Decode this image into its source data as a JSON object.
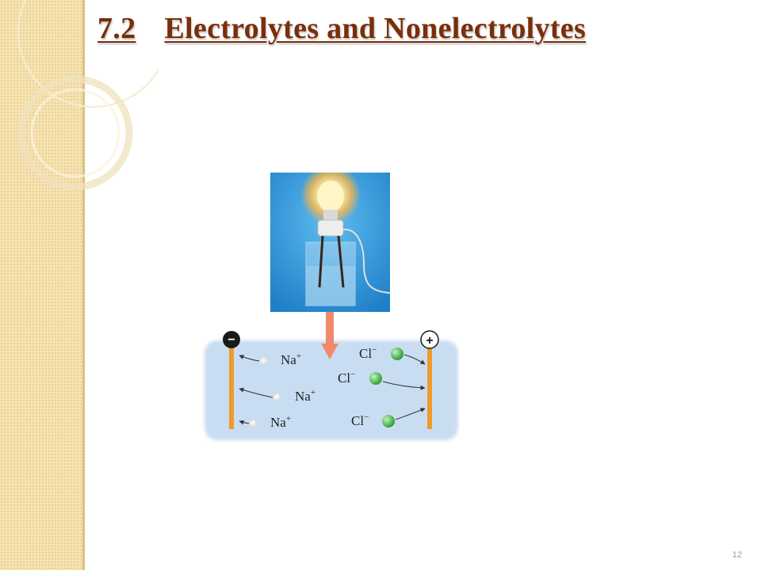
{
  "slide": {
    "section_number": "7.2",
    "title": "Electrolytes and Nonelectrolytes",
    "page_number": "12"
  },
  "diagram": {
    "cathode_symbol": "−",
    "anode_symbol": "+",
    "cation": {
      "formula": "Na",
      "charge": "+"
    },
    "anion": {
      "formula": "Cl",
      "charge": "−"
    },
    "colors": {
      "solution": "#c9ddf2",
      "electrode": "#f09a2a",
      "anion_ball": "#3cb53c",
      "arrow": "#f08a6a",
      "title": "#7a2e0a"
    }
  }
}
